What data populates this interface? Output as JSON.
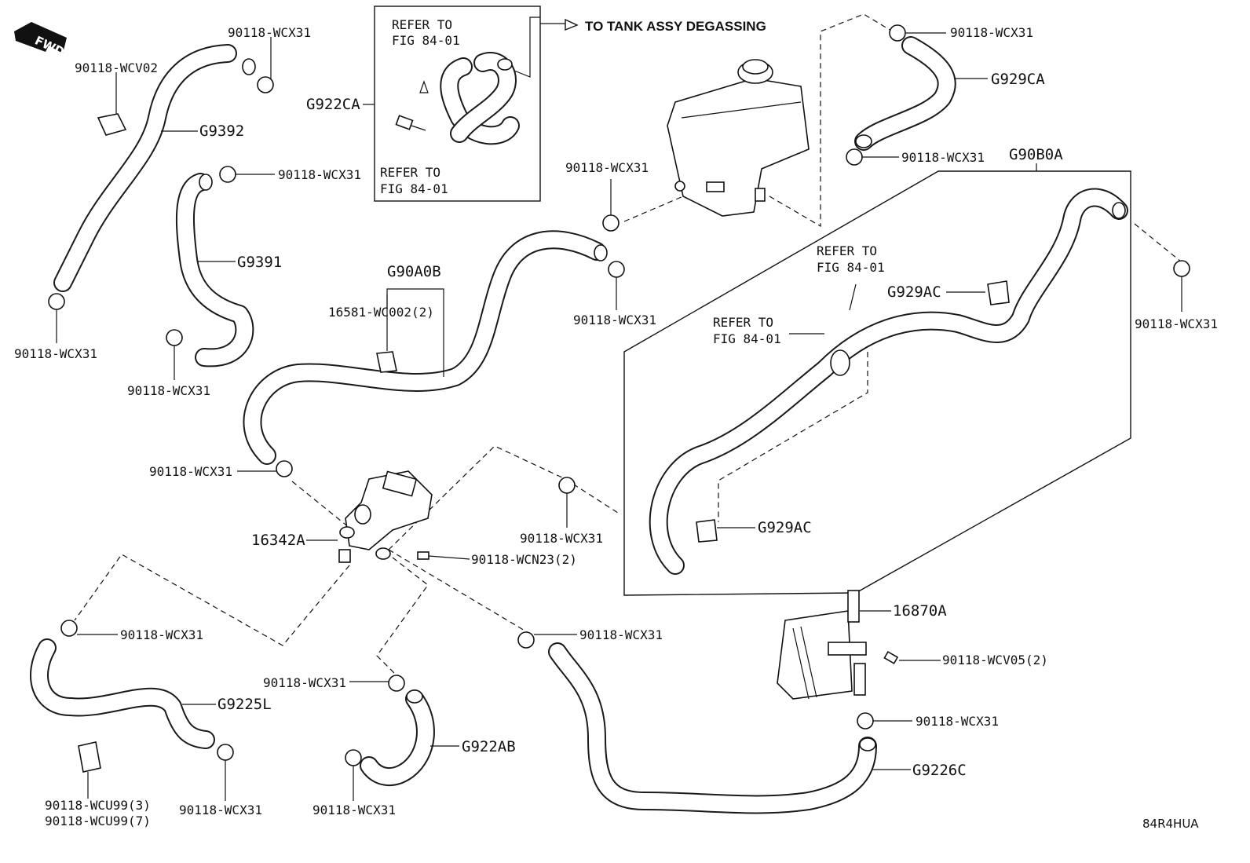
{
  "labels": {
    "fwd": "FWD",
    "to_tank": "TO TANK ASSY DEGASSING",
    "refer_to": "REFER TO",
    "fig": "FIG 84-01",
    "g922ca": "G922CA",
    "g9392": "G9392",
    "g9391": "G9391",
    "g90a0b": "G90A0B",
    "c16581": "16581-WC002(2)",
    "g929ca": "G929CA",
    "g90b0a": "G90B0A",
    "g929ac": "G929AC",
    "p16342a": "16342A",
    "wcn23": "90118-WCN23(2)",
    "p16870a": "16870A",
    "wcv05": "90118-WCV05(2)",
    "g9225l": "G9225L",
    "g922ab": "G922AB",
    "g9226c": "G9226C",
    "wcv02": "90118-WCV02",
    "wcx31": "90118-WCX31",
    "wcu99_3": "90118-WCU99(3)",
    "wcu99_7": "90118-WCU99(7)",
    "code": "84R4HUA"
  }
}
